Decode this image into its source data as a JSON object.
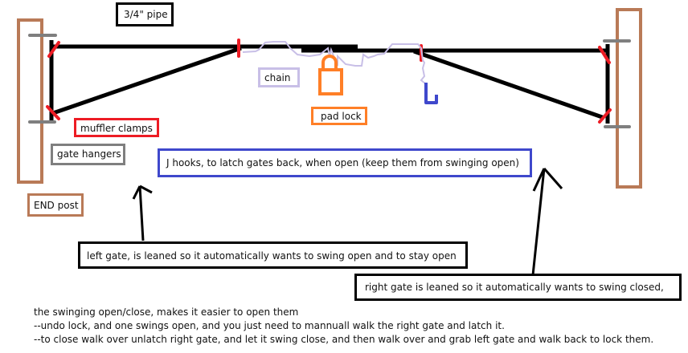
{
  "colors": {
    "pipe": "#000000",
    "post": "#b97a57",
    "hanger": "#7f7f7f",
    "clamp": "#ed1c24",
    "chain": "#c8bfe7",
    "padlock": "#ff7f27",
    "jhook": "#3f48cc",
    "label_border_default": "#000000"
  },
  "labels": {
    "pipe": "3/4\" pipe",
    "chain": "chain",
    "pad_lock": "pad lock",
    "muffler_clamps": "muffler clamps",
    "gate_hangers": "gate hangers",
    "end_post": "END post",
    "j_hooks": "J hooks, to latch gates back, when open (keep them from swinging open)",
    "left_gate": "left gate, is leaned so it automatically wants to swing open and to stay open",
    "right_gate": "right gate is leaned so it automatically wants to swing closed,"
  },
  "notes": [
    "the swinging open/close, makes it easier to open them",
    "--undo lock, and one swings open, and you just need to mannuall walk the right gate and latch it.",
    "--to close walk over unlatch right gate, and let it swing close, and then walk over and grab left gate and walk back to lock them."
  ]
}
